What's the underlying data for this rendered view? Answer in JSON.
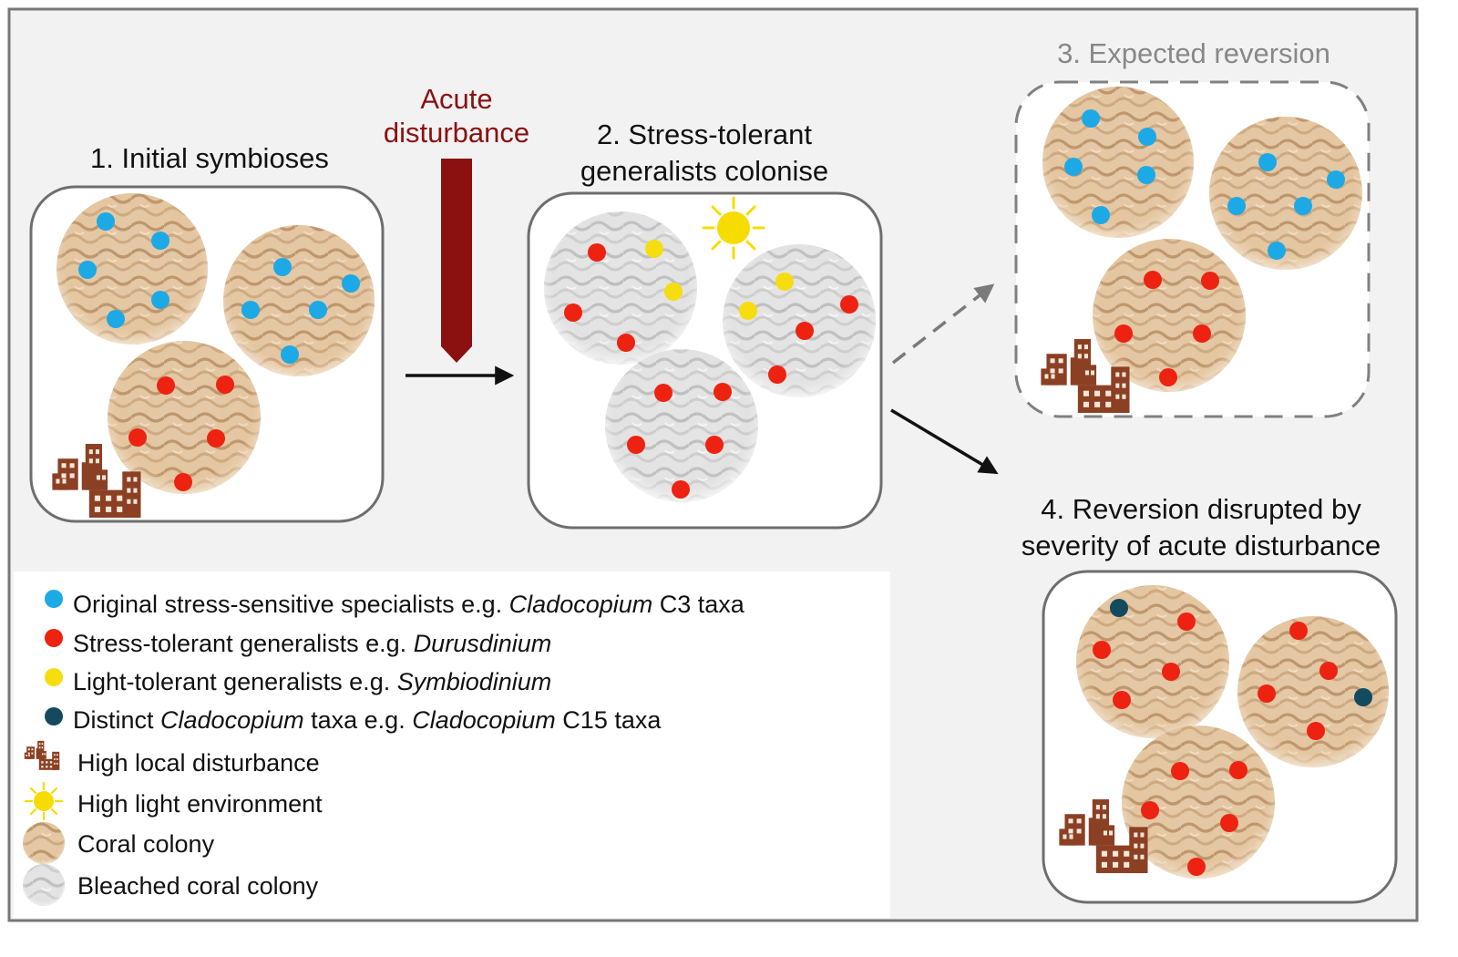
{
  "palette": {
    "background": "#f2f2f2",
    "frame": "#777777",
    "specialist_dot": "#1da9e6",
    "generalist_dot": "#ee2211",
    "light_tolerant_dot": "#f5dd10",
    "distinct_dot": "#134a5e",
    "disturbance_arrow": "#8b1111",
    "building": "#8b4024",
    "sun": "#f7dc00",
    "healthy_coral": "#e0c29b",
    "bleached_coral": "#dcdcdc",
    "faded_text": "#888888"
  },
  "stages": {
    "initial": {
      "title": "1. Initial symbioses"
    },
    "disturbance": {
      "line1": "Acute",
      "line2": "disturbance"
    },
    "colonise": {
      "line1": "2. Stress-tolerant",
      "line2": "generalists colonise"
    },
    "expected": {
      "title": "3. Expected reversion"
    },
    "disrupted": {
      "line1": "4. Reversion disrupted by",
      "line2": "severity of acute disturbance"
    }
  },
  "legend": {
    "specialists": {
      "pre": "Original stress-sensitive specialists e.g. ",
      "italic": "Cladocopium",
      "post": " C3 taxa"
    },
    "generalists": {
      "pre": "Stress-tolerant generalists e.g. ",
      "italic": "Durusdinium"
    },
    "light": {
      "pre": "Light-tolerant generalists e.g. ",
      "italic": "Symbiodinium"
    },
    "distinct": {
      "pre": "Distinct ",
      "italic1": "Cladocopium",
      "mid": " taxa e.g. ",
      "italic2": "Cladocopium",
      "post": " C15 taxa"
    },
    "local_disturbance": "High local disturbance",
    "high_light": "High light environment",
    "coral": "Coral colony",
    "bleached": "Bleached coral colony"
  }
}
